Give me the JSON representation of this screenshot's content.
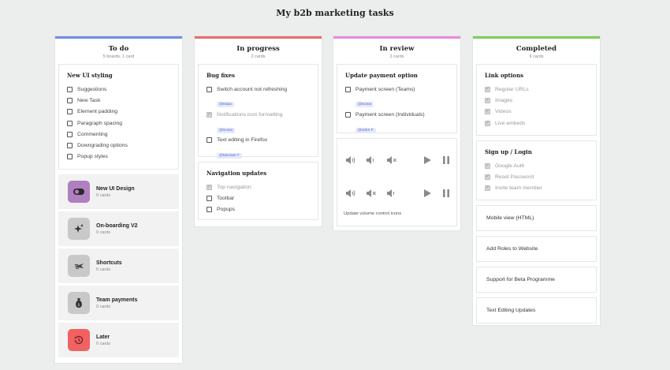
{
  "page": {
    "title": "My b2b marketing tasks"
  },
  "colors": {
    "todo": "#6f8de6",
    "in_progress": "#e86a6a",
    "in_review": "#e98ae0",
    "completed": "#7ccd5a"
  },
  "columns": {
    "todo": {
      "title": "To do",
      "subtitle": "5 boards, 1 card",
      "card": {
        "title": "New UI styling",
        "items": [
          {
            "label": "Suggestions",
            "checked": false
          },
          {
            "label": "New Task",
            "checked": false
          },
          {
            "label": "Element padding",
            "checked": false
          },
          {
            "label": "Paragraph spacing",
            "checked": false
          },
          {
            "label": "Commenting",
            "checked": false
          },
          {
            "label": "Downgrading options",
            "checked": false
          },
          {
            "label": "Popup styles",
            "checked": false
          }
        ]
      },
      "boards": [
        {
          "name": "New UI Design",
          "count": "0 cards",
          "icon": "toggle-icon",
          "color": "#b07fc0"
        },
        {
          "name": "On-boarding V2",
          "count": "0 cards",
          "icon": "sparkle-icon",
          "color": "#c9c9c9"
        },
        {
          "name": "Shortcuts",
          "count": "0 cards",
          "icon": "plane-icon",
          "color": "#c9c9c9"
        },
        {
          "name": "Team payments",
          "count": "0 cards",
          "icon": "money-bag-icon",
          "color": "#c9c9c9"
        },
        {
          "name": "Later",
          "count": "0 cards",
          "icon": "history-icon",
          "color": "#f06262"
        }
      ]
    },
    "in_progress": {
      "title": "In progress",
      "subtitle": "2 cards",
      "cards": [
        {
          "title": "Bug fixes",
          "items": [
            {
              "label": "Switch account not refreshing",
              "checked": false,
              "mention": "@Isaac"
            },
            {
              "label": "Notifications icon formatting",
              "checked": true,
              "mention": "@Sonia"
            },
            {
              "label": "Text editing in Firefox",
              "checked": false,
              "mention": "@Michael T"
            }
          ]
        },
        {
          "title": "Navigation updates",
          "items": [
            {
              "label": "Top navigation",
              "checked": true
            },
            {
              "label": "Toolbar",
              "checked": false
            },
            {
              "label": "Popups",
              "checked": false
            }
          ]
        }
      ]
    },
    "in_review": {
      "title": "In review",
      "subtitle": "2 cards",
      "card": {
        "title": "Update payment option",
        "items": [
          {
            "label": "Payment screen (Teams)",
            "checked": false,
            "mention": "@Sonia"
          },
          {
            "label": "Payment screen (Individuals)",
            "checked": false,
            "mention": "@John F"
          }
        ]
      },
      "media_card": {
        "caption": "Update volume control icons",
        "row1_icons": [
          "volume-high-icon",
          "volume-low-icon",
          "volume-mute-icon",
          "play-icon",
          "pause-icon"
        ],
        "row2_icons": [
          "volume-high-icon",
          "volume-mute-icon",
          "volume-low-icon",
          "play-icon",
          "pause-icon"
        ]
      }
    },
    "completed": {
      "title": "Completed",
      "subtitle": "6 cards",
      "cards": [
        {
          "title": "Link options",
          "items": [
            {
              "label": "Regular URLs",
              "checked": true
            },
            {
              "label": "Images",
              "checked": true
            },
            {
              "label": "Videos",
              "checked": true
            },
            {
              "label": "Live embeds",
              "checked": true
            }
          ]
        },
        {
          "title": "Sign up / Login",
          "items": [
            {
              "label": "Google Auth",
              "checked": true
            },
            {
              "label": "Reset Password",
              "checked": true
            },
            {
              "label": "Invite team member",
              "checked": true
            }
          ]
        }
      ],
      "simple_cards": [
        "Mobile view (HTML)",
        "Add Roles to Website",
        "Support for Beta Programme",
        "Text Editing Updates"
      ]
    }
  }
}
